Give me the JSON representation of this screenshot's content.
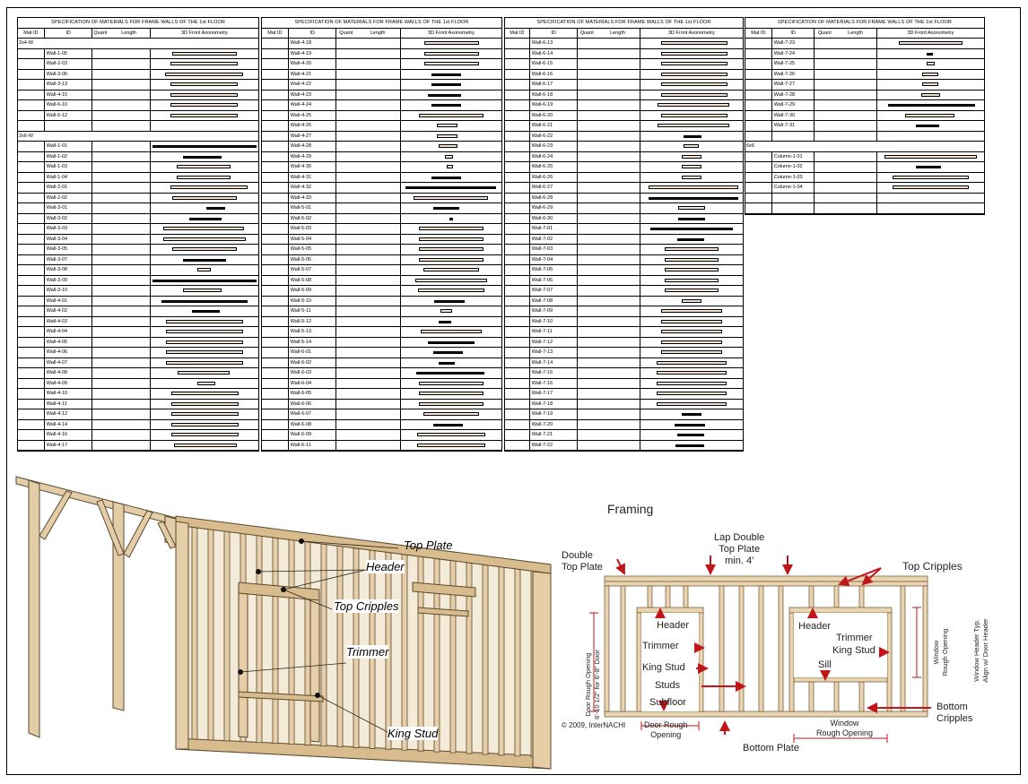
{
  "spec_title": "SPECIFICATION OF MATERIALS FOR FRAME WALLS OF THE 1st FLOOR",
  "headers": [
    "Mat ID",
    "ID",
    "Quant",
    "Length",
    "3D Front Axonometry"
  ],
  "tables": [
    {
      "rows": [
        {
          "group": "2x4-W"
        },
        {
          "id": "Wall-1-05",
          "bar": [
            0.2,
            0.6,
            "light"
          ]
        },
        {
          "id": "Wall-2-03",
          "bar": [
            0.18,
            0.63,
            "light"
          ]
        },
        {
          "id": "Wall-3-06",
          "bar": [
            0.13,
            0.73,
            "light"
          ]
        },
        {
          "id": "Wall-3-13",
          "bar": [
            0.18,
            0.63,
            "light"
          ]
        },
        {
          "id": "Wall-4-15",
          "bar": [
            0.18,
            0.63,
            "light"
          ]
        },
        {
          "id": "Wall-6-10",
          "bar": [
            0.18,
            0.63,
            "light"
          ]
        },
        {
          "id": "Wall-6-12",
          "bar": [
            0.18,
            0.63,
            "light"
          ]
        },
        {
          "id": ""
        },
        {
          "group": "2x6-W"
        },
        {
          "id": "Wall-1-01",
          "bar": [
            0.02,
            0.96,
            "dark"
          ]
        },
        {
          "id": "Wall-1-02",
          "bar": [
            0.3,
            0.36,
            "dark"
          ]
        },
        {
          "id": "Wall-1-03",
          "bar": [
            0.24,
            0.5,
            "light"
          ]
        },
        {
          "id": "Wall-1-04",
          "bar": [
            0.24,
            0.5,
            "light"
          ]
        },
        {
          "id": "Wall-2-01",
          "bar": [
            0.18,
            0.72,
            "light"
          ]
        },
        {
          "id": "Wall-2-02",
          "bar": [
            0.2,
            0.6,
            "light"
          ]
        },
        {
          "id": "Wall-3-01",
          "bar": [
            0.52,
            0.17,
            "dark"
          ]
        },
        {
          "id": "Wall-3-02",
          "bar": [
            0.36,
            0.3,
            "dark"
          ]
        },
        {
          "id": "Wall-3-03",
          "bar": [
            0.12,
            0.75,
            "light"
          ]
        },
        {
          "id": "Wall-3-04",
          "bar": [
            0.12,
            0.76,
            "light"
          ]
        },
        {
          "id": "Wall-3-05",
          "bar": [
            0.2,
            0.6,
            "light"
          ]
        },
        {
          "id": "Wall-3-07",
          "bar": [
            0.3,
            0.4,
            "dark"
          ]
        },
        {
          "id": "Wall-3-08",
          "bar": [
            0.43,
            0.13,
            "light"
          ]
        },
        {
          "id": "Wall-3-09",
          "bar": [
            0.02,
            0.96,
            "dark"
          ]
        },
        {
          "id": "Wall-3-10",
          "bar": [
            0.3,
            0.36,
            "light"
          ]
        },
        {
          "id": "Wall-4-01",
          "bar": [
            0.1,
            0.8,
            "dark"
          ]
        },
        {
          "id": "Wall-4-02",
          "bar": [
            0.38,
            0.26,
            "dark"
          ]
        },
        {
          "id": "Wall-4-03",
          "bar": [
            0.14,
            0.72,
            "light"
          ]
        },
        {
          "id": "Wall-4-04",
          "bar": [
            0.14,
            0.72,
            "light"
          ]
        },
        {
          "id": "Wall-4-05",
          "bar": [
            0.14,
            0.72,
            "light"
          ]
        },
        {
          "id": "Wall-4-06",
          "bar": [
            0.14,
            0.72,
            "light"
          ]
        },
        {
          "id": "Wall-4-07",
          "bar": [
            0.14,
            0.72,
            "light"
          ]
        },
        {
          "id": "Wall-4-08",
          "bar": [
            0.25,
            0.48,
            "light"
          ]
        },
        {
          "id": "Wall-4-09",
          "bar": [
            0.43,
            0.17,
            "light"
          ]
        },
        {
          "id": "Wall-4-10",
          "bar": [
            0.19,
            0.63,
            "light"
          ]
        },
        {
          "id": "Wall-4-11",
          "bar": [
            0.19,
            0.63,
            "light"
          ]
        },
        {
          "id": "Wall-4-12",
          "bar": [
            0.19,
            0.63,
            "light"
          ]
        },
        {
          "id": "Wall-4-14",
          "bar": [
            0.19,
            0.63,
            "light"
          ]
        },
        {
          "id": "Wall-4-16",
          "bar": [
            0.19,
            0.63,
            "light"
          ]
        },
        {
          "id": "Wall-4-17",
          "bar": [
            0.22,
            0.58,
            "light"
          ]
        }
      ]
    },
    {
      "rows": [
        {
          "id": "Wall-4-18",
          "bar": [
            0.23,
            0.55,
            "light"
          ]
        },
        {
          "id": "Wall-4-19",
          "bar": [
            0.23,
            0.55,
            "light"
          ]
        },
        {
          "id": "Wall-4-20",
          "bar": [
            0.23,
            0.55,
            "light"
          ]
        },
        {
          "id": "Wall-4-21",
          "bar": [
            0.3,
            0.3,
            "dark"
          ]
        },
        {
          "id": "Wall-4-22",
          "bar": [
            0.3,
            0.3,
            "dark"
          ]
        },
        {
          "id": "Wall-4-23",
          "bar": [
            0.27,
            0.33,
            "dark"
          ]
        },
        {
          "id": "Wall-4-24",
          "bar": [
            0.3,
            0.3,
            "dark"
          ]
        },
        {
          "id": "Wall-4-25",
          "bar": [
            0.18,
            0.64,
            "light"
          ]
        },
        {
          "id": "Wall-4-26",
          "bar": [
            0.36,
            0.2,
            "light"
          ]
        },
        {
          "id": "Wall-4-27",
          "bar": [
            0.36,
            0.2,
            "light"
          ]
        },
        {
          "id": "Wall-4-28",
          "bar": [
            0.38,
            0.18,
            "light"
          ]
        },
        {
          "id": "Wall-4-29",
          "bar": [
            0.44,
            0.08,
            "light"
          ]
        },
        {
          "id": "Wall-4-30",
          "bar": [
            0.46,
            0.06,
            "light"
          ]
        },
        {
          "id": "Wall-4-31",
          "bar": [
            0.3,
            0.3,
            "dark"
          ]
        },
        {
          "id": "Wall-4-32",
          "bar": [
            0.05,
            0.9,
            "dark"
          ]
        },
        {
          "id": "Wall-4-33",
          "bar": [
            0.13,
            0.74,
            "light"
          ]
        },
        {
          "id": "Wall-5-01",
          "bar": [
            0.32,
            0.26,
            "dark"
          ]
        },
        {
          "id": "Wall-5-02",
          "bar": [
            0.48,
            0.04,
            "dark"
          ]
        },
        {
          "id": "Wall-5-03",
          "bar": [
            0.18,
            0.64,
            "light"
          ]
        },
        {
          "id": "Wall-5-04",
          "bar": [
            0.18,
            0.64,
            "light"
          ]
        },
        {
          "id": "Wall-5-05",
          "bar": [
            0.18,
            0.64,
            "light"
          ]
        },
        {
          "id": "Wall-5-06",
          "bar": [
            0.18,
            0.64,
            "light"
          ]
        },
        {
          "id": "Wall-5-07",
          "bar": [
            0.22,
            0.56,
            "light"
          ]
        },
        {
          "id": "Wall-5-08",
          "bar": [
            0.14,
            0.72,
            "light"
          ]
        },
        {
          "id": "Wall-5-09",
          "bar": [
            0.17,
            0.66,
            "light"
          ]
        },
        {
          "id": "Wall-5-10",
          "bar": [
            0.33,
            0.3,
            "dark"
          ]
        },
        {
          "id": "Wall-5-11",
          "bar": [
            0.39,
            0.12,
            "light"
          ]
        },
        {
          "id": "Wall-5-12",
          "bar": [
            0.38,
            0.12,
            "dark"
          ]
        },
        {
          "id": "Wall-5-13",
          "bar": [
            0.2,
            0.6,
            "light"
          ]
        },
        {
          "id": "Wall-5-14",
          "bar": [
            0.27,
            0.46,
            "dark"
          ]
        },
        {
          "id": "Wall-6-01",
          "bar": [
            0.32,
            0.3,
            "dark"
          ]
        },
        {
          "id": "Wall-6-02",
          "bar": [
            0.38,
            0.16,
            "dark"
          ]
        },
        {
          "id": "Wall-6-03",
          "bar": [
            0.15,
            0.68,
            "dark"
          ]
        },
        {
          "id": "Wall-6-04",
          "bar": [
            0.18,
            0.64,
            "light"
          ]
        },
        {
          "id": "Wall-6-05",
          "bar": [
            0.18,
            0.64,
            "light"
          ]
        },
        {
          "id": "Wall-6-06",
          "bar": [
            0.18,
            0.64,
            "light"
          ]
        },
        {
          "id": "Wall-6-07",
          "bar": [
            0.22,
            0.56,
            "light"
          ]
        },
        {
          "id": "Wall-6-08",
          "bar": [
            0.32,
            0.3,
            "dark"
          ]
        },
        {
          "id": "Wall-6-09",
          "bar": [
            0.16,
            0.68,
            "light"
          ]
        },
        {
          "id": "Wall-6-11",
          "bar": [
            0.16,
            0.68,
            "light"
          ]
        }
      ]
    },
    {
      "rows": [
        {
          "id": "Wall-6-13",
          "bar": [
            0.2,
            0.65,
            "light"
          ]
        },
        {
          "id": "Wall-6-14",
          "bar": [
            0.2,
            0.65,
            "light"
          ]
        },
        {
          "id": "Wall-6-15",
          "bar": [
            0.2,
            0.65,
            "light"
          ]
        },
        {
          "id": "Wall-6-16",
          "bar": [
            0.2,
            0.65,
            "light"
          ]
        },
        {
          "id": "Wall-6-17",
          "bar": [
            0.2,
            0.65,
            "light"
          ]
        },
        {
          "id": "Wall-6-18",
          "bar": [
            0.2,
            0.65,
            "light"
          ]
        },
        {
          "id": "Wall-6-19",
          "bar": [
            0.17,
            0.7,
            "light"
          ]
        },
        {
          "id": "Wall-6-20",
          "bar": [
            0.2,
            0.65,
            "light"
          ]
        },
        {
          "id": "Wall-6-21",
          "bar": [
            0.17,
            0.7,
            "light"
          ]
        },
        {
          "id": "Wall-6-22",
          "bar": [
            0.42,
            0.18,
            "dark"
          ]
        },
        {
          "id": "Wall-6-23",
          "bar": [
            0.42,
            0.15,
            "light"
          ]
        },
        {
          "id": "Wall-6-24",
          "bar": [
            0.4,
            0.2,
            "light"
          ]
        },
        {
          "id": "Wall-6-25",
          "bar": [
            0.4,
            0.2,
            "light"
          ]
        },
        {
          "id": "Wall-6-26",
          "bar": [
            0.4,
            0.2,
            "light"
          ]
        },
        {
          "id": "Wall-6-27",
          "bar": [
            0.08,
            0.88,
            "light"
          ]
        },
        {
          "id": "Wall-6-28",
          "bar": [
            0.08,
            0.88,
            "dark"
          ]
        },
        {
          "id": "Wall-6-29",
          "bar": [
            0.37,
            0.26,
            "light"
          ]
        },
        {
          "id": "Wall-6-30",
          "bar": [
            0.37,
            0.26,
            "dark"
          ]
        },
        {
          "id": "Wall-7-01",
          "bar": [
            0.1,
            0.8,
            "dark"
          ]
        },
        {
          "id": "Wall-7-02",
          "bar": [
            0.36,
            0.26,
            "dark"
          ]
        },
        {
          "id": "Wall-7-03",
          "bar": [
            0.24,
            0.52,
            "light"
          ]
        },
        {
          "id": "Wall-7-04",
          "bar": [
            0.24,
            0.52,
            "light"
          ]
        },
        {
          "id": "Wall-7-05",
          "bar": [
            0.24,
            0.52,
            "light"
          ]
        },
        {
          "id": "Wall-7-06",
          "bar": [
            0.24,
            0.52,
            "light"
          ]
        },
        {
          "id": "Wall-7-07",
          "bar": [
            0.24,
            0.52,
            "light"
          ]
        },
        {
          "id": "Wall-7-08",
          "bar": [
            0.4,
            0.2,
            "light"
          ]
        },
        {
          "id": "Wall-7-09",
          "bar": [
            0.2,
            0.6,
            "light"
          ]
        },
        {
          "id": "Wall-7-10",
          "bar": [
            0.2,
            0.6,
            "light"
          ]
        },
        {
          "id": "Wall-7-11",
          "bar": [
            0.2,
            0.6,
            "light"
          ]
        },
        {
          "id": "Wall-7-12",
          "bar": [
            0.2,
            0.6,
            "light"
          ]
        },
        {
          "id": "Wall-7-13",
          "bar": [
            0.2,
            0.6,
            "light"
          ]
        },
        {
          "id": "Wall-7-14",
          "bar": [
            0.16,
            0.68,
            "light"
          ]
        },
        {
          "id": "Wall-7-15",
          "bar": [
            0.16,
            0.68,
            "light"
          ]
        },
        {
          "id": "Wall-7-16",
          "bar": [
            0.16,
            0.68,
            "light"
          ]
        },
        {
          "id": "Wall-7-17",
          "bar": [
            0.16,
            0.68,
            "light"
          ]
        },
        {
          "id": "Wall-7-18",
          "bar": [
            0.16,
            0.68,
            "light"
          ]
        },
        {
          "id": "Wall-7-19",
          "bar": [
            0.4,
            0.2,
            "dark"
          ]
        },
        {
          "id": "Wall-7-20",
          "bar": [
            0.33,
            0.3,
            "dark"
          ]
        },
        {
          "id": "Wall-7-21",
          "bar": [
            0.36,
            0.26,
            "dark"
          ]
        },
        {
          "id": "Wall-7-22",
          "bar": [
            0.34,
            0.28,
            "dark"
          ]
        }
      ]
    },
    {
      "rows": [
        {
          "id": "Wall-7-23",
          "bar": [
            0.2,
            0.6,
            "light"
          ]
        },
        {
          "id": "Wall-7-24",
          "bar": [
            0.46,
            0.06,
            "dark"
          ]
        },
        {
          "id": "Wall-7-25",
          "bar": [
            0.46,
            0.08,
            "light"
          ]
        },
        {
          "id": "Wall-7-26",
          "bar": [
            0.42,
            0.15,
            "light"
          ]
        },
        {
          "id": "Wall-7-27",
          "bar": [
            0.42,
            0.15,
            "light"
          ]
        },
        {
          "id": "Wall-7-28",
          "bar": [
            0.41,
            0.18,
            "light"
          ]
        },
        {
          "id": "Wall-7-29",
          "bar": [
            0.1,
            0.82,
            "dark"
          ]
        },
        {
          "id": "Wall-7-30",
          "bar": [
            0.26,
            0.46,
            "light"
          ]
        },
        {
          "id": "Wall-7-31",
          "bar": [
            0.36,
            0.22,
            "dark"
          ]
        },
        {
          "id": ""
        },
        {
          "group": "6x6"
        },
        {
          "id": "Column-1-01",
          "bar": [
            0.07,
            0.86,
            "light"
          ]
        },
        {
          "id": "Column-1-02",
          "bar": [
            0.36,
            0.24,
            "dark"
          ]
        },
        {
          "id": "Column-1-03",
          "bar": [
            0.14,
            0.72,
            "light"
          ]
        },
        {
          "id": "Column-1-04",
          "bar": [
            0.14,
            0.72,
            "light"
          ]
        },
        {
          "id": ""
        },
        {
          "id": ""
        }
      ]
    }
  ],
  "iso_labels": {
    "top_plate": "Top Plate",
    "header": "Header",
    "top_cripples": "Top Cripples",
    "trimmer": "Trimmer",
    "king_stud": "King Stud"
  },
  "framing": {
    "title": "Framing",
    "double_top_plate_1": "Double",
    "double_top_plate_2": "Top Plate",
    "lap_1": "Lap Double",
    "lap_2": "Top Plate",
    "lap_3": "min. 4'",
    "top_cripples": "Top Cripples",
    "header_left": "Header",
    "trimmer_left": "Trimmer",
    "king_stud_left": "King Stud",
    "studs": "Studs",
    "subfloor": "Subfloor",
    "header_right": "Header",
    "trimmer_right": "Trimmer",
    "king_stud_right": "King Stud",
    "sill": "Sill",
    "bottom_cripples_1": "Bottom",
    "bottom_cripples_2": "Cripples",
    "bottom_plate": "Bottom Plate",
    "door_ro_1": "Door Rough",
    "door_ro_2": "Opening",
    "window_ro_1": "Window",
    "window_ro_2": "Rough Opening",
    "door_height_1": "Door Rough Opening",
    "door_height_2": "6'-10 1/2\" for 6'-8\" Door",
    "window_v_1": "Window",
    "window_v_2": "Rough Opening",
    "window_hdr_1": "Window Header Typ.",
    "window_hdr_2": "Align w/ Door Header",
    "copyright": "© 2009, InterNACHI"
  },
  "colors": {
    "wood": "#e9d4b2",
    "wood_dark": "#b99b6e",
    "arrow": "#c0161a"
  }
}
